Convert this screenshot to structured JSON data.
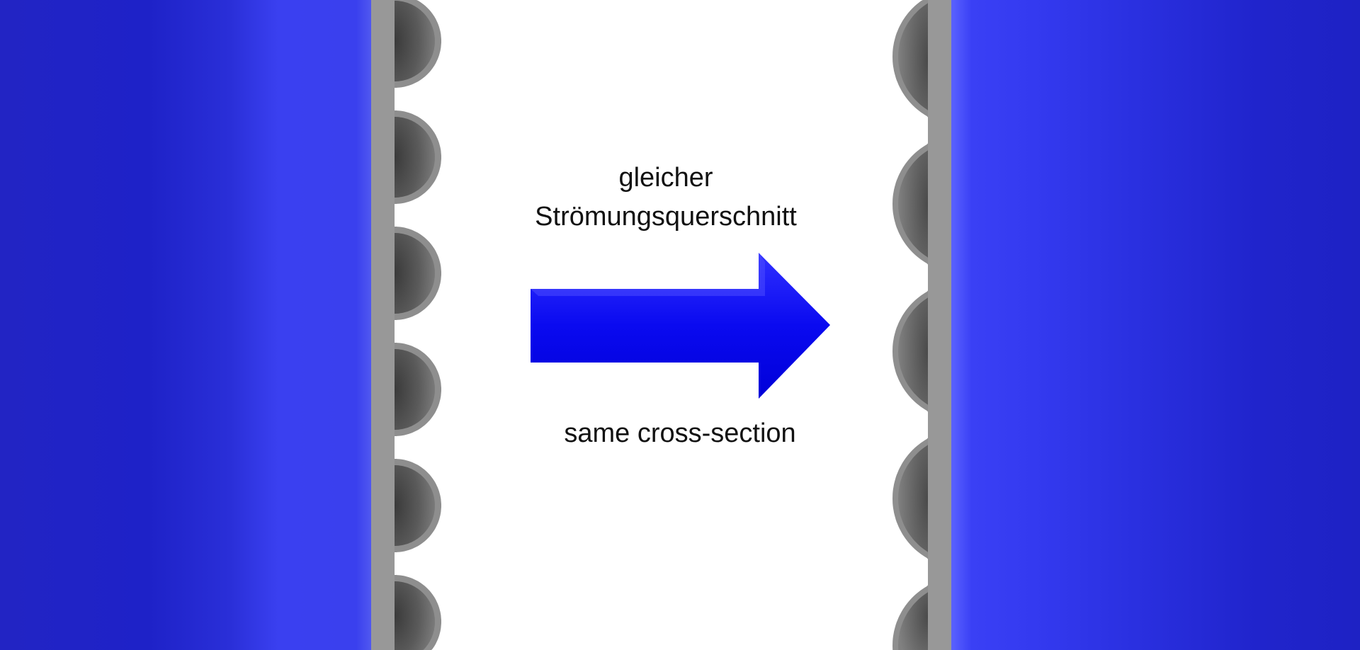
{
  "labels": {
    "top_line1": "gleicher",
    "top_line2": "Strömungsquerschnitt",
    "bottom": "same cross-section"
  },
  "colors": {
    "fluid_blue": "#1e22c8",
    "arrow_blue": "#1010f0",
    "wall_gray": "#989898"
  }
}
